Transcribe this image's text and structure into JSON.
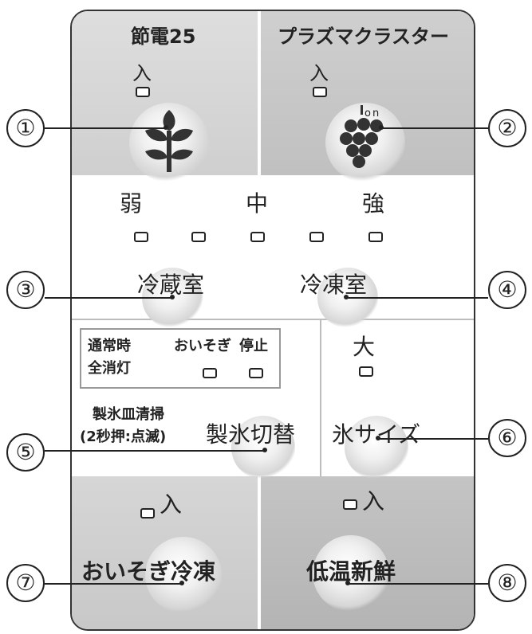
{
  "top_left": {
    "label": "節電25",
    "indicator_label": "入",
    "icon": "leaf-icon"
  },
  "top_right": {
    "label": "プラズマクラスター",
    "indicator_label": "入",
    "icon": "grape-cluster-icon",
    "icon_text": "on"
  },
  "middle": {
    "levels": [
      "弱",
      "中",
      "強"
    ],
    "button_left": "冷蔵室",
    "button_right": "冷凍室"
  },
  "ice_section": {
    "box_line1_left": "通常時",
    "box_line2_left": "全消灯",
    "box_option1": "おいそぎ",
    "box_option2": "停止",
    "note_line1": "製氷皿清掃",
    "note_line2": "(2秒押:点滅)",
    "button": "製氷切替"
  },
  "ice_size": {
    "indicator_label": "大",
    "button": "氷サイズ"
  },
  "bottom_left": {
    "indicator_label": "入",
    "button": "おいそぎ冷凍"
  },
  "bottom_right": {
    "indicator_label": "入",
    "button": "低温新鮮"
  },
  "callouts": [
    "①",
    "②",
    "③",
    "④",
    "⑤",
    "⑥",
    "⑦",
    "⑧"
  ]
}
